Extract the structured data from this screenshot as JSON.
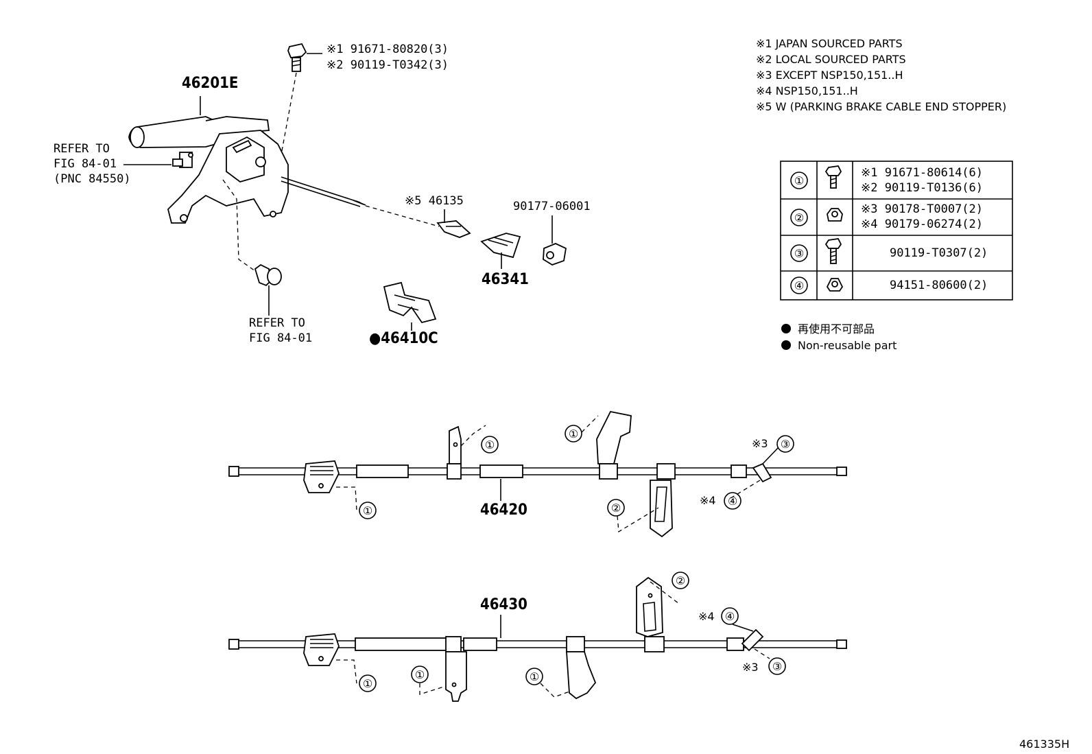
{
  "notes": [
    "※1 JAPAN SOURCED PARTS",
    "※2 LOCAL SOURCED PARTS",
    "※3 EXCEPT NSP150,151..H",
    "※4 NSP150,151..H",
    "※5 W (PARKING BRAKE CABLE END STOPPER)"
  ],
  "parts_table": {
    "rows": [
      {
        "ref": "①",
        "icon": "flange-bolt-icon",
        "lines": [
          "※1  91671-80614(6)",
          "※2  90119-T0136(6)"
        ]
      },
      {
        "ref": "②",
        "icon": "flange-nut-icon",
        "lines": [
          "※3  90178-T0007(2)",
          "※4  90179-06274(2)"
        ]
      },
      {
        "ref": "③",
        "icon": "flange-bolt-icon",
        "lines": [
          "90119-T0307(2)"
        ]
      },
      {
        "ref": "④",
        "icon": "flange-nut-icon",
        "lines": [
          "94151-80600(2)"
        ]
      }
    ]
  },
  "legend": {
    "jp": "再使用不可部品",
    "en": "Non-reusable part"
  },
  "labels": {
    "lever": "46201E",
    "bolt_top_1": "※1 91671-80820(3)",
    "bolt_top_2": "※2 90119-T0342(3)",
    "refer_a_1": "REFER TO",
    "refer_a_2": "FIG 84-01",
    "refer_a_3": "(PNC 84550)",
    "refer_b_1": "REFER TO",
    "refer_b_2": "FIG 84-01",
    "stopper": "※5 46135",
    "grommet": "90177-06001",
    "retainer": "46341",
    "clip": "●46410C",
    "cable_rh": "46420",
    "cable_lh": "46430",
    "m1": "①",
    "m2": "②",
    "m3": "③",
    "m4": "④",
    "x3": "※3",
    "x4": "※4"
  },
  "illustration_code": "461335H"
}
